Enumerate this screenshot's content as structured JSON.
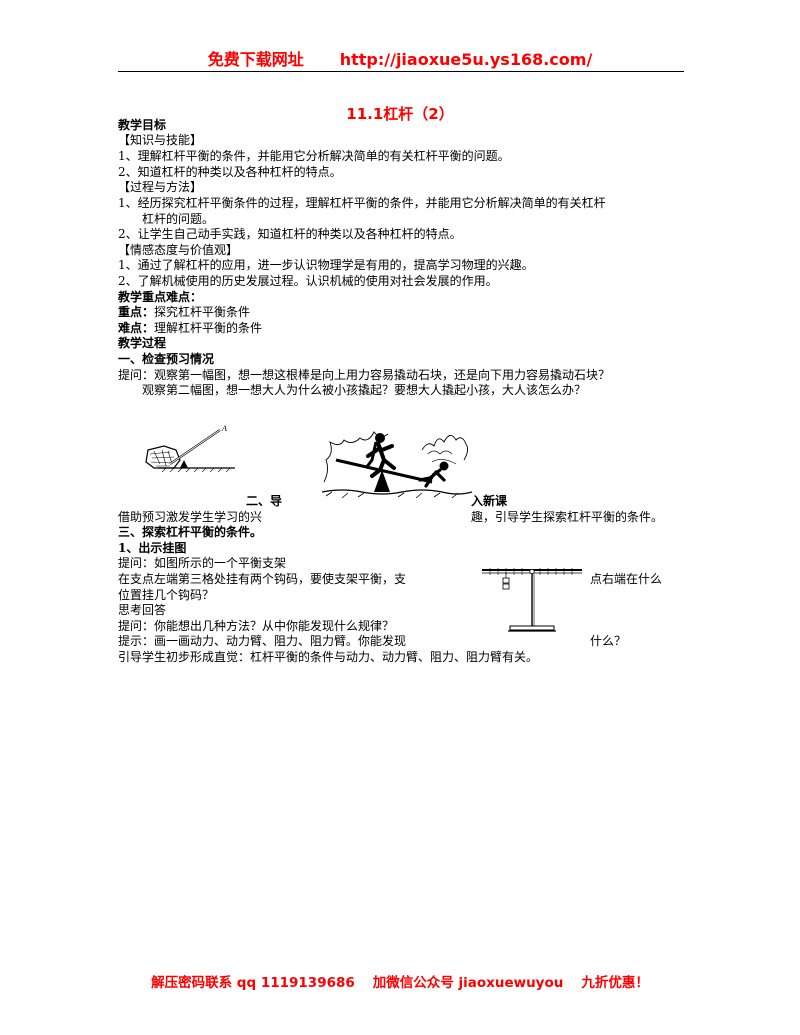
{
  "header": {
    "left": "免费下载网址",
    "right": "http://jiaoxue5u.ys168.com/"
  },
  "title": "11.1杠杆（2）",
  "lines": {
    "l01": "教学目标",
    "l02": "【知识与技能】",
    "l03": "1、理解杠杆平衡的条件，并能用它分析解决简单的有关杠杆平衡的问题。",
    "l04": "2、知道杠杆的种类以及各种杠杆的特点。",
    "l05": "【过程与方法】",
    "l06": "1、经历探究杠杆平衡条件的过程，理解杠杆平衡的条件，并能用它分析解决简单的有关杠杆",
    "l07": "杠杆的问题。",
    "l08": "2、让学生自己动手实践，知道杠杆的种类以及各种杠杆的特点。",
    "l09": "【情感态度与价值观】",
    "l10": "1、通过了解杠杆的应用，进一步认识物理学是有用的，提高学习物理的兴趣。",
    "l11": "2、了解机械使用的历史发展过程。认识机械的使用对社会发展的作用。",
    "l12": "教学重点难点：",
    "l13a": "重点：",
    "l13b": "探究杠杆平衡条件",
    "l14a": "难点：",
    "l14b": "理解杠杆平衡的条件",
    "l15": "教学过程",
    "l16": "一、检查预习情况",
    "l17": "提问：观察第一幅图，想一想这根棒是向上用力容易撬动石块，还是向下用力容易撬动石块？",
    "l18": "观察第二幅图，想一想大人为什么被小孩撬起？要想大人撬起小孩，大人该怎么办？",
    "l19a": "二、导",
    "l19b": "入新课",
    "l20a": "借助预习激发学生学习的兴",
    "l20b": "趣，引导学生探索杠杆平衡的条件。",
    "l21": "三、探索杠杆平衡的条件。",
    "l22": "1、出示挂图",
    "l23": "提问：如图所示的一个平衡支架",
    "l24a": "在支点左端第三格处挂有两个钩码，要使支架平衡，支",
    "l24b": "点右端在什么",
    "l25": "位置挂几个钩码？",
    "l26": "思考回答",
    "l27": "提问：你能想出几种方法？从中你能发现什么规律？",
    "l28a": "提示：画一画动力、动力臂、阻力、阻力臂。你能发现",
    "l28b": "什么？",
    "l29": "引导学生初步形成直觉：杠杆平衡的条件与动力、动力臂、阻力、阻力臂有关。"
  },
  "figure_label": "A",
  "footer": {
    "a": "解压密码联系 qq  1119139686",
    "b": "加微信公众号 jiaoxuewuyou",
    "c": "九折优惠！"
  },
  "colors": {
    "accent": "#ff0000",
    "text": "#000000"
  }
}
